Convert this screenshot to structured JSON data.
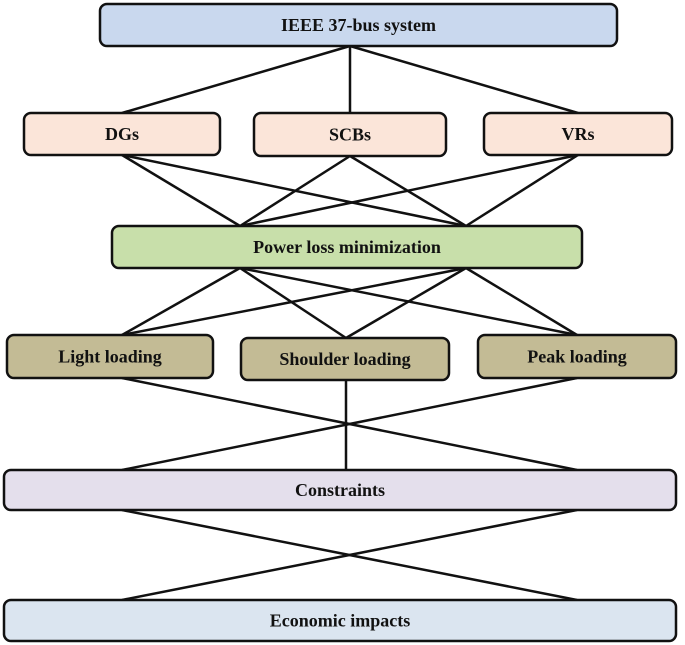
{
  "nodes": {
    "ieee": {
      "label": "IEEE 37-bus system",
      "color": "#c9d8ee"
    },
    "dgs": {
      "label": "DGs",
      "color": "#fbe5d9"
    },
    "scbs": {
      "label": "SCBs",
      "color": "#fbe5d9"
    },
    "vrs": {
      "label": "VRs",
      "color": "#fbe5d9"
    },
    "plm": {
      "label": "Power loss minimization",
      "color": "#c8dfaa"
    },
    "light": {
      "label": "Light loading",
      "color": "#c3bb95"
    },
    "shoulder": {
      "label": "Shoulder loading",
      "color": "#c3bb95"
    },
    "peak": {
      "label": "Peak loading",
      "color": "#c3bb95"
    },
    "constraints": {
      "label": "Constraints",
      "color": "#e4dfec"
    },
    "economic": {
      "label": "Economic impacts",
      "color": "#dbe5f0"
    }
  },
  "edges": [
    [
      "ieee",
      "dgs"
    ],
    [
      "ieee",
      "scbs"
    ],
    [
      "ieee",
      "vrs"
    ],
    [
      "dgs",
      "plm"
    ],
    [
      "scbs",
      "plm"
    ],
    [
      "vrs",
      "plm"
    ],
    [
      "plm",
      "light"
    ],
    [
      "plm",
      "shoulder"
    ],
    [
      "plm",
      "peak"
    ],
    [
      "light",
      "constraints"
    ],
    [
      "shoulder",
      "constraints"
    ],
    [
      "peak",
      "constraints"
    ],
    [
      "constraints",
      "economic"
    ]
  ]
}
